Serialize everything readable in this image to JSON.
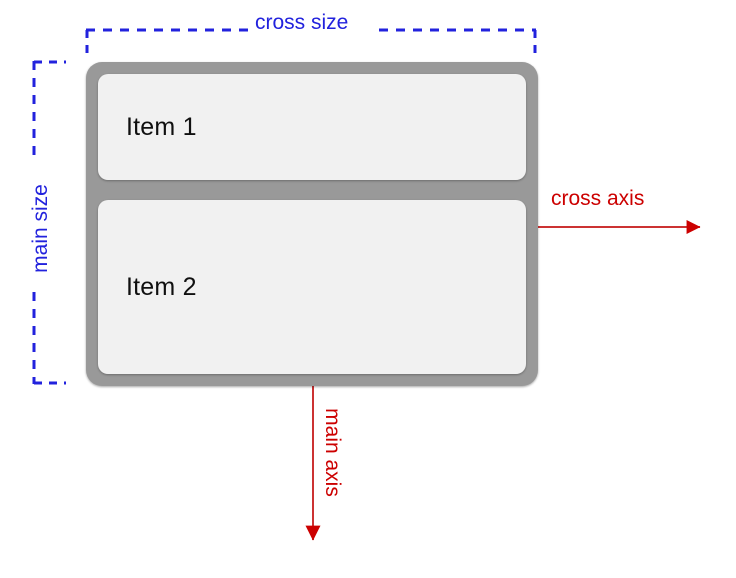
{
  "diagram": {
    "title": "flexbox column direction axes diagram",
    "colors": {
      "annotation_blue": "#2222dd",
      "axis_red": "#cc0000",
      "container_gray": "#999999",
      "item_gray": "#f1f1f1",
      "background": "#ffffff",
      "text_black": "#101010"
    },
    "container": {
      "name": "flex-container",
      "direction": "column"
    },
    "items": [
      {
        "label": "Item 1"
      },
      {
        "label": "Item 2"
      }
    ],
    "annotations": {
      "cross_size": "cross size",
      "main_size": "main size",
      "cross_axis": "cross axis",
      "main_axis": "main axis"
    }
  }
}
